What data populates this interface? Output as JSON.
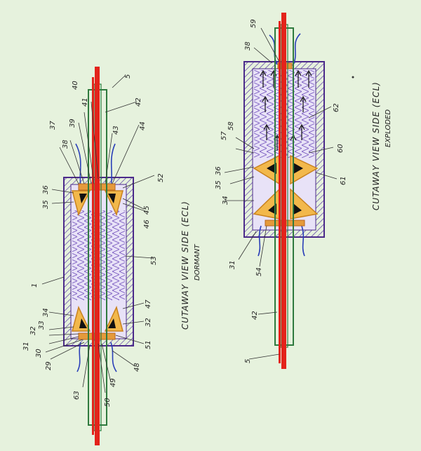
{
  "captions": {
    "left_line1": "CUTAWAY VIEW SIDE (ECL)",
    "left_line2": "DORMANT",
    "right_line1": "CUTAWAY VIEW SIDE (ECL)",
    "right_line2": "EXPLODED"
  },
  "labels_left": {
    "l1": "1",
    "l5": "5",
    "l29": "29",
    "l30": "30",
    "l31": "31",
    "l32a": "32",
    "l32b": "32",
    "l33": "33",
    "l34": "34",
    "l35": "35",
    "l36": "36",
    "l37": "37",
    "l38": "38",
    "l39": "39",
    "l40": "40",
    "l41": "41",
    "l42": "42",
    "l43": "43",
    "l44": "44",
    "l45": "45",
    "l46": "46",
    "l47": "47",
    "l48": "48",
    "l49": "49",
    "l50": "50",
    "l51": "51",
    "l52": "52",
    "l53": "53",
    "l63": "63"
  },
  "labels_right": {
    "l5": "5",
    "l31": "31",
    "l34": "34",
    "l35": "35",
    "l36": "36",
    "l38": "38",
    "l42": "42",
    "l54": "54",
    "l57": "57",
    "l58": "58",
    "l59": "59",
    "l60": "60",
    "l61": "61",
    "l62": "62"
  },
  "colors": {
    "background": "#e6f2dd",
    "housing_outline": "#4b2a8a",
    "housing_fill": "#dcd3f2",
    "rod_red": "#e3231b",
    "rod_green": "#2f7a3e",
    "cone_fill": "#f2b84b",
    "cone_outline": "#c9821f",
    "wire_blue": "#2a3fb8"
  }
}
